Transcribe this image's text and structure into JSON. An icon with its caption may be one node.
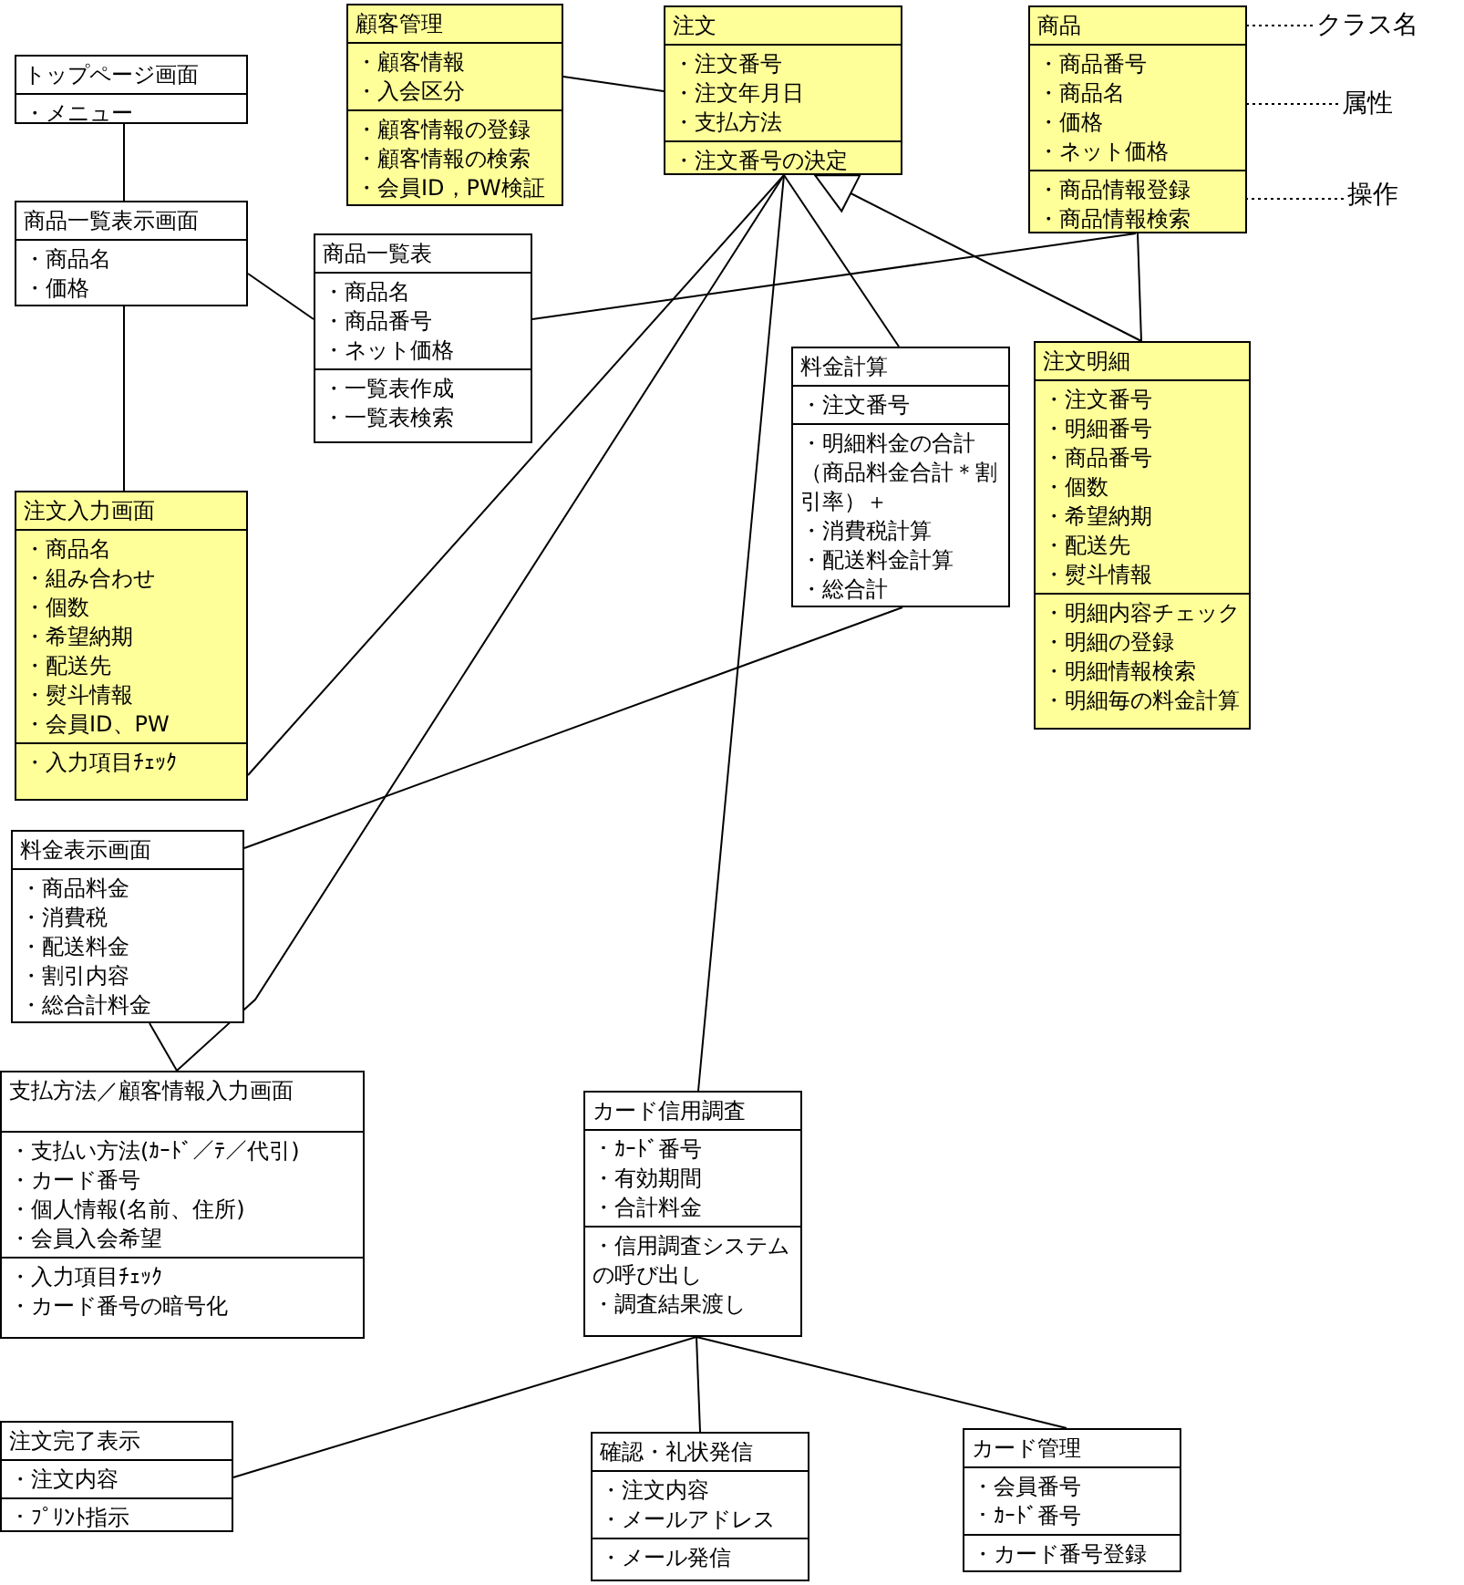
{
  "diagram": {
    "nodes": [
      {
        "text": [
          "トップページ画面",
          "・メニュー"
        ]
      },
      {
        "text": [
          "顧客管理",
          "・顧客情報",
          "・入会区分",
          "・顧客情報の登録",
          "・顧客情報の検索",
          "・会員ID，PW検証"
        ]
      },
      {
        "text": [
          "注文",
          "・注文番号",
          "・注文年月日",
          "・支払方法",
          "・注文番号の決定"
        ]
      },
      {
        "text": [
          "商品",
          "・商品番号",
          "・商品名",
          "・価格",
          "・ネット価格",
          "・商品情報登録",
          "・商品情報検索"
        ]
      },
      {
        "text": [
          "商品一覧表示画面",
          "・商品名",
          "・価格"
        ]
      },
      {
        "text": [
          "商品一覧表",
          "・商品名",
          "・商品番号",
          "・ネット価格",
          "・一覧表作成",
          "・一覧表検索"
        ]
      },
      {
        "text": [
          "料金計算",
          "・注文番号",
          "・明細料金の合計（商品料金合計＊割引率）＋",
          "・消費税計算",
          "・配送料金計算",
          "・総合計"
        ]
      },
      {
        "text": [
          "注文明細",
          "・注文番号",
          "・明細番号",
          "・商品番号",
          "・個数",
          "・希望納期",
          "・配送先",
          "・熨斗情報",
          "・明細内容チェック",
          "・明細の登録",
          "・明細情報検索",
          "・明細毎の料金計算"
        ]
      },
      {
        "text": [
          "注文入力画面",
          "・商品名",
          "・組み合わせ",
          "・個数",
          "・希望納期",
          "・配送先",
          "・熨斗情報",
          "・会員ID、PW",
          "・入力項目ﾁｪｯｸ"
        ]
      },
      {
        "text": [
          "料金表示画面",
          "・商品料金",
          "・消費税",
          "・配送料金",
          "・割引内容",
          "・総合計料金"
        ]
      },
      {
        "text": [
          "支払方法／顧客情報入力画面",
          "・支払い方法(ｶｰﾄﾞ／ﾃ／代引)",
          "・カード番号",
          "・個人情報(名前、住所)",
          "・会員入会希望",
          "・入力項目ﾁｪｯｸ",
          "・カード番号の暗号化"
        ]
      },
      {
        "text": [
          "カード信用調査",
          "・ｶｰﾄﾞ番号",
          "・有効期間",
          "・合計料金",
          "・信用調査システムの呼び出し",
          "・調査結果渡し"
        ]
      },
      {
        "text": [
          "注文完了表示",
          "・注文内容",
          "・ﾌﾟﾘﾝﾄ指示"
        ]
      },
      {
        "text": [
          "確認・礼状発信",
          "・注文内容",
          "・メールアドレス",
          "・メール発信"
        ]
      },
      {
        "text": [
          "カード管理",
          "・会員番号",
          "・ｶｰﾄﾞ番号",
          "・カード番号登録"
        ]
      },
      {
        "text": [
          "クラス名"
        ]
      },
      {
        "text": [
          "属性"
        ]
      },
      {
        "text": [
          "操作"
        ]
      }
    ],
    "edges": [
      {
        "from": 0,
        "to": 4,
        "arrow": "none"
      },
      {
        "from": 4,
        "to": 8,
        "arrow": "none"
      },
      {
        "from": 4,
        "to": 5,
        "arrow": "none"
      },
      {
        "from": 1,
        "to": 2,
        "arrow": "none"
      },
      {
        "from": 5,
        "to": 3,
        "arrow": "none"
      },
      {
        "from": 3,
        "to": 7,
        "arrow": "none"
      },
      {
        "from": 7,
        "to": 2,
        "arrow": "to"
      },
      {
        "from": 2,
        "to": 6,
        "arrow": "none"
      },
      {
        "from": 2,
        "to": 8,
        "arrow": "none"
      },
      {
        "from": 2,
        "to": 10,
        "arrow": "none"
      },
      {
        "from": 2,
        "to": 11,
        "arrow": "none"
      },
      {
        "from": 6,
        "to": 9,
        "arrow": "none"
      },
      {
        "from": 9,
        "to": 10,
        "arrow": "none"
      },
      {
        "from": 11,
        "to": 12,
        "arrow": "none"
      },
      {
        "from": 11,
        "to": 13,
        "arrow": "none"
      },
      {
        "from": 11,
        "to": 14,
        "arrow": "none"
      },
      {
        "from": 15,
        "to": 3,
        "arrow": "none",
        "style": "dashed"
      },
      {
        "from": 16,
        "to": 3,
        "arrow": "none",
        "style": "dashed"
      },
      {
        "from": 17,
        "to": 3,
        "arrow": "none",
        "style": "dashed"
      }
    ]
  }
}
